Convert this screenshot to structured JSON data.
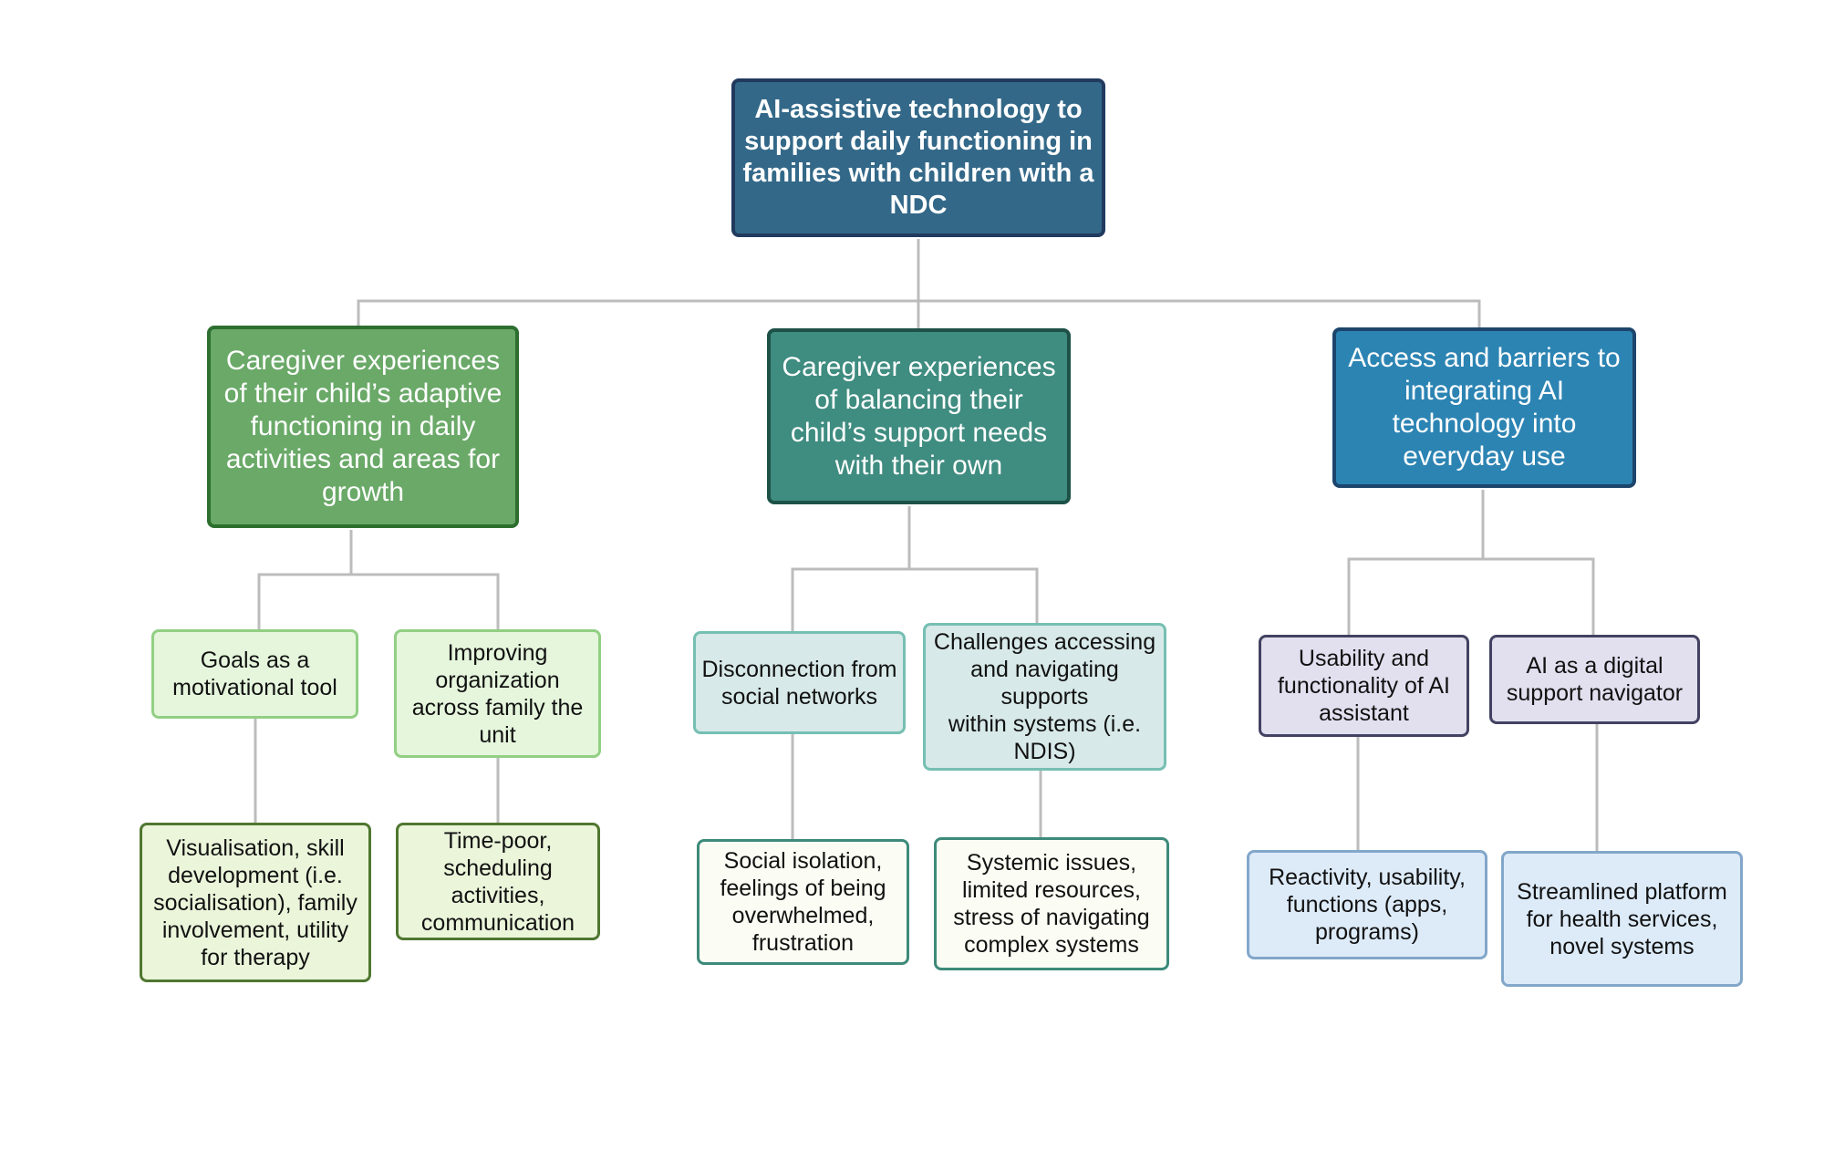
{
  "root": {
    "label": "AI-assistive technology to support daily functioning in families with children with a NDC"
  },
  "themes": [
    {
      "label": "Caregiver experiences of their child’s adaptive functioning in daily activities and areas for growth",
      "subthemes": [
        {
          "label": "Goals as a motivational tool",
          "detail": "Visualisation, skill development (i.e. socialisation), family involvement, utility for therapy"
        },
        {
          "label": "Improving organization across family the unit",
          "detail": "Time-poor, scheduling activities, communication"
        }
      ]
    },
    {
      "label": "Caregiver experiences of balancing their child’s support needs with their own",
      "subthemes": [
        {
          "label": "Disconnection from social networks",
          "detail": "Social isolation, feelings of being overwhelmed, frustration"
        },
        {
          "label": "Challenges accessing and navigating supports\nwithin systems (i.e. NDIS)",
          "detail": "Systemic issues, limited resources, stress of navigating complex systems"
        }
      ]
    },
    {
      "label": "Access and barriers to integrating AI technology into everyday use",
      "subthemes": [
        {
          "label": "Usability and functionality of AI assistant",
          "detail": "Reactivity, usability, functions (apps, programs)"
        },
        {
          "label": "AI as a digital support navigator",
          "detail": "Streamlined platform for health services, novel systems"
        }
      ]
    }
  ],
  "colors": {
    "connector": "#bcbcbc",
    "root_fill": "#336888",
    "theme_green": "#6aa968",
    "theme_teal": "#3f8c80",
    "theme_blue": "#2c84b3"
  }
}
